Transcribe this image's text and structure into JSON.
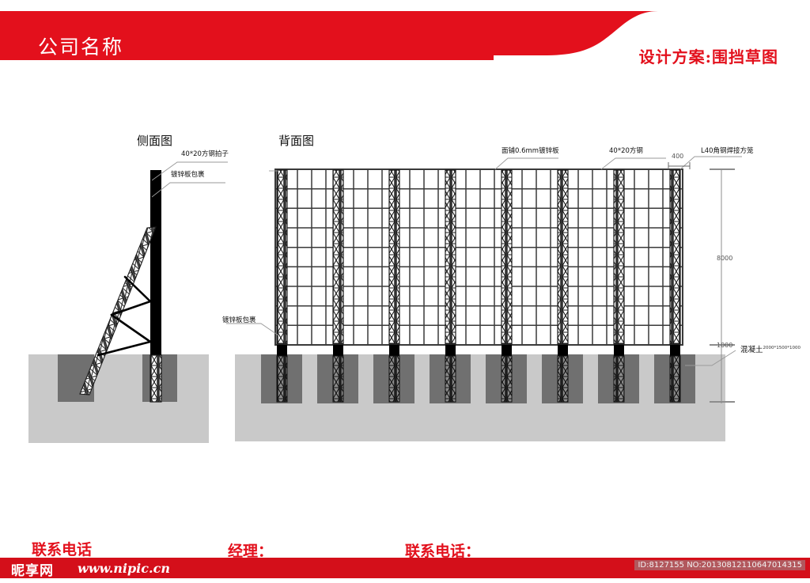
{
  "header": {
    "company_name": "公司名称",
    "plan_title": "设计方案:围挡草图",
    "band_color": "#e3101c"
  },
  "views": {
    "side_view_label": "侧面图",
    "back_view_label": "背面图"
  },
  "annotations": {
    "side_top_note": "40*20方钢拍子",
    "side_wrap_note": "镀锌板包裹",
    "back_left_wrap_note": "镀锌板包裹",
    "back_panel_note": "面铺0.6mm镀锌板",
    "back_steel_note": "40*20方钢",
    "back_cage_note": "L40角钢焊接方笼",
    "concrete_note": "混凝土",
    "concrete_size": "2000*1500*1000"
  },
  "dimensions": {
    "column_width": "400",
    "wall_height": "8000",
    "foundation_depth": "1000"
  },
  "footer": {
    "contact_phone": "联系电话",
    "manager_label": "经理：",
    "contact_phone_label": "联系电话："
  },
  "watermark": {
    "logo": "昵享网",
    "url": "www.nipic.cn",
    "id_text": "ID:8127155 NO:20130812110647014315",
    "band_color": "#d40f1a"
  },
  "drawing_meta": {
    "ground_color": "#c9c9c9",
    "foundation_color": "#707070",
    "post_color": "#000000",
    "grid_line_color": "#3a3a3a",
    "back_grid_rows": 9,
    "back_grid_columns": 8
  }
}
